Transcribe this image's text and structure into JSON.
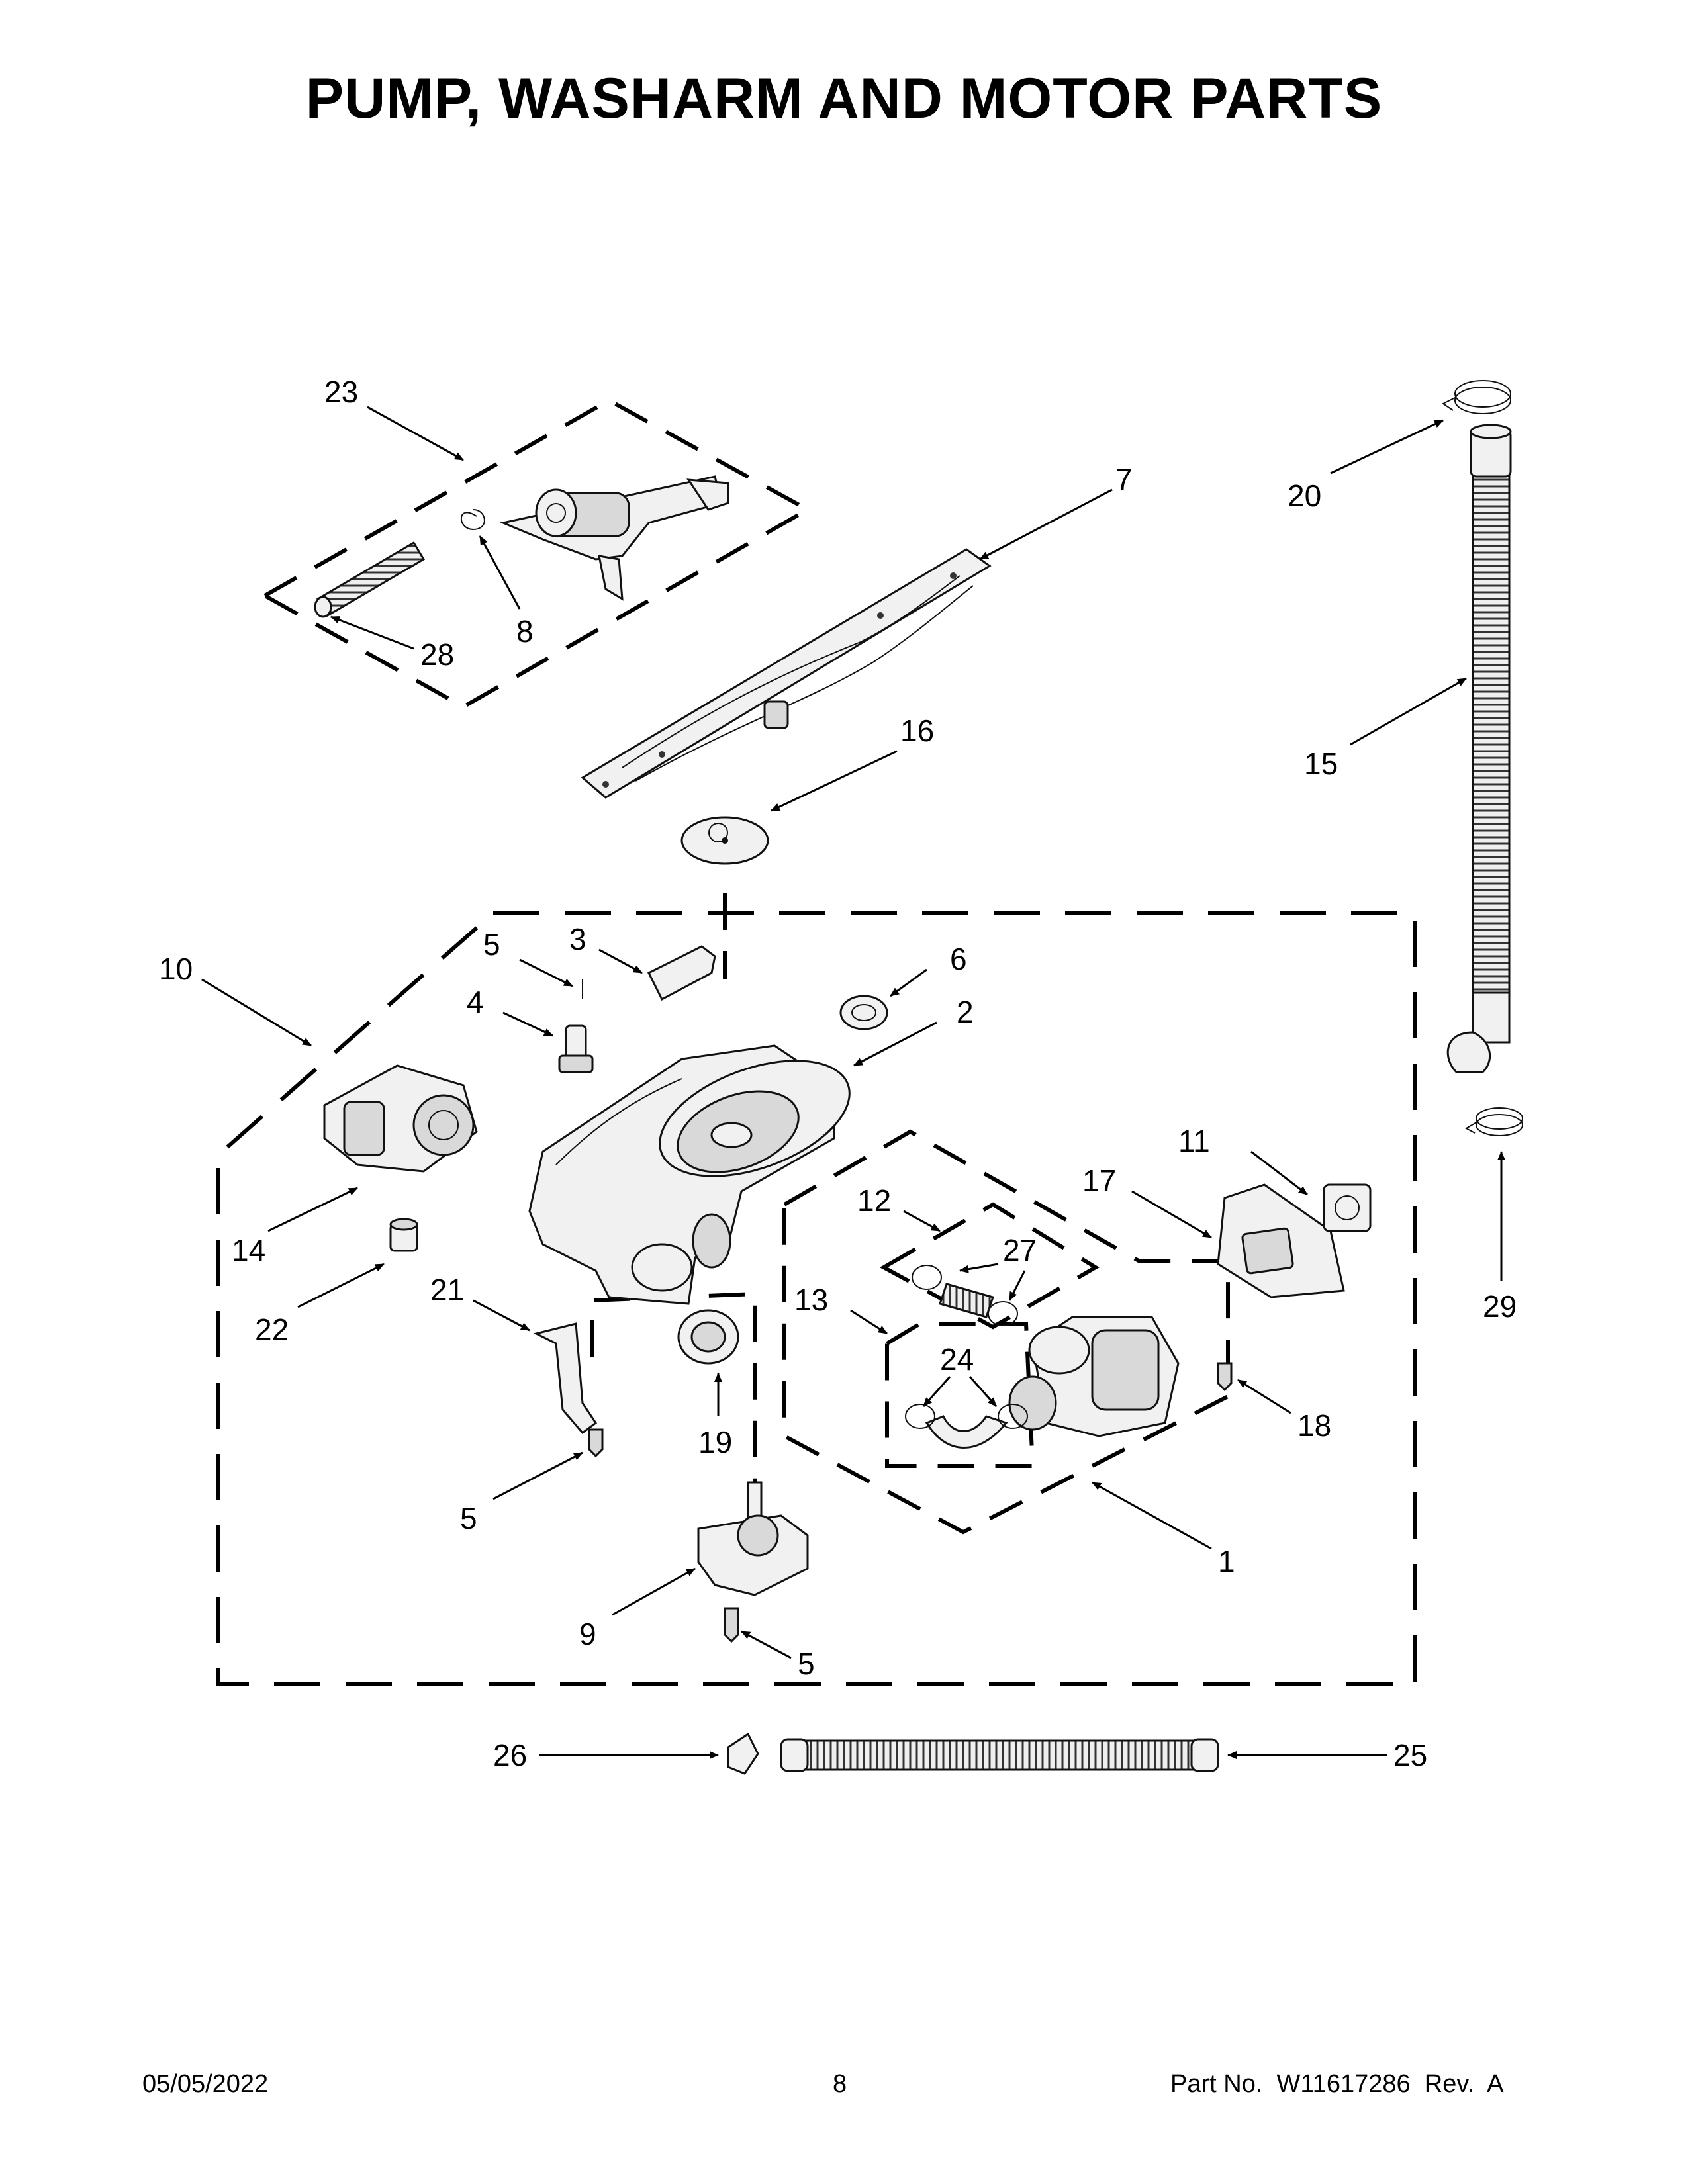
{
  "title": "PUMP, WASHARM AND MOTOR PARTS",
  "callouts": [
    "23",
    "8",
    "28",
    "7",
    "16",
    "20",
    "15",
    "10",
    "5",
    "3",
    "4",
    "6",
    "2",
    "14",
    "22",
    "21",
    "19",
    "5",
    "9",
    "5",
    "11",
    "17",
    "12",
    "27",
    "13",
    "24",
    "18",
    "1",
    "29",
    "26",
    "25"
  ],
  "footer": {
    "date": "05/05/2022",
    "page_number": "8",
    "part_label": "Part No.",
    "part_number": "W11617286",
    "revision": "Rev.  A"
  }
}
